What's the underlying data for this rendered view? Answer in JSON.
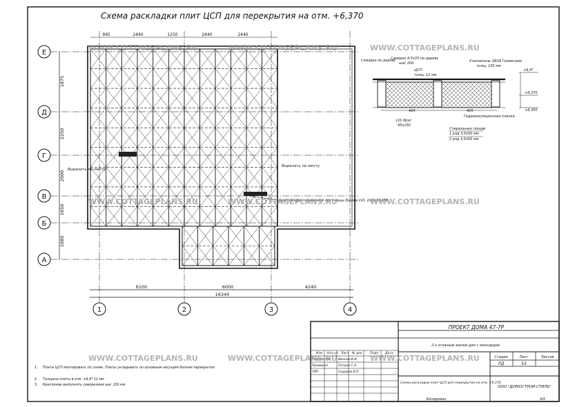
{
  "title": "Схема раскладки плит ЦСП для перекрытия на отм. +6,370",
  "watermark": "WWW.COTTAGEPLANS.RU",
  "axes": {
    "rows": [
      "Е",
      "Д",
      "Г",
      "В",
      "Б",
      "А"
    ],
    "cols": [
      "1",
      "2",
      "3",
      "4"
    ],
    "row_spacing": [
      "1875",
      "2250",
      "2000",
      "1650",
      "1080"
    ],
    "col_spacing": [
      "6100",
      "6000",
      "4240"
    ],
    "overall": "16340"
  },
  "plan_labels": {
    "opening_left": "Вырезать по месту",
    "opening_right": "Вырезать по месту",
    "callout": "крепление подвесной лестницы Балки LVL 100х56х56",
    "dim_top_a": "995",
    "dim_top_b": "2440",
    "dim_top_c": "1250"
  },
  "section": {
    "labels": [
      "Саморез по дереву",
      "Саморез 4,5х35 по дереву",
      "шаг 200",
      "ЦСП",
      "толщ. 12 мм",
      "Утеплитель URSA Геометрия",
      "толщ. 150 мм",
      "LVL брус",
      "45х150",
      "Спиральные гвозди",
      "1 ряд 3,5х50 мм",
      "2 ряд 3,5х50 мм",
      "Гидроизоляционная пленка",
      "+6,4*",
      "+6,370",
      "+6,350",
      "425",
      "425"
    ]
  },
  "notes": [
    "Плиты ЦСП монтировать по схеме. Плиты укладывать по основным несущим балкам перекрытия",
    "Толщина плиты в отм. +6,4* 12 мм",
    "Крепление выполнять саморезами шаг 150 мм"
  ],
  "title_block": {
    "project": "ПРОЕКТ ДОМА 47-7Р",
    "building": "2-х этажный жилой дом с мансардой",
    "sheet_title": "Схема раскладки плит ЦСП для перекрытия на отм. +6,370",
    "org": "ООО \"ДОМОСТРОЙ-СТИЛЬ\"",
    "stage": "РД",
    "sheet": "53",
    "stage_label": "Стадия",
    "sheet_label": "Лист",
    "sheets_label": "Листов",
    "header_cols": [
      "Изм.",
      "Кол.уч",
      "Лист",
      "№ док.",
      "Подп.",
      "Дата"
    ],
    "roles": [
      {
        "role": "Разработал",
        "name": "Иванов И.И."
      },
      {
        "role": "Проверил",
        "name": "Петров С.А."
      },
      {
        "role": "ГИП",
        "name": "Сидоров В.П."
      }
    ],
    "format": "A3",
    "copied": "Копировал"
  }
}
